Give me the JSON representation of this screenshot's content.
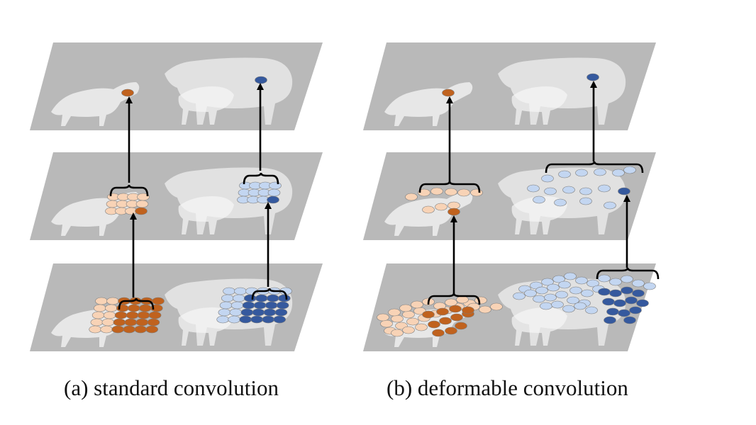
{
  "captions": {
    "a": "(a) standard convolution",
    "b": "(b) deformable convolution"
  },
  "colors": {
    "background": "#ffffff",
    "layer_fill": "#b9b9b9",
    "animal_fill": "#efefef",
    "orange_dark": "#c0621e",
    "orange_light": "#f8d3b6",
    "blue_dark": "#35599e",
    "blue_light": "#c3d6f1",
    "arrow": "#000000"
  },
  "icons": {
    "activation": "ellipse-unit",
    "connection": "arrow-up",
    "receptive_field": "curly-brace"
  }
}
